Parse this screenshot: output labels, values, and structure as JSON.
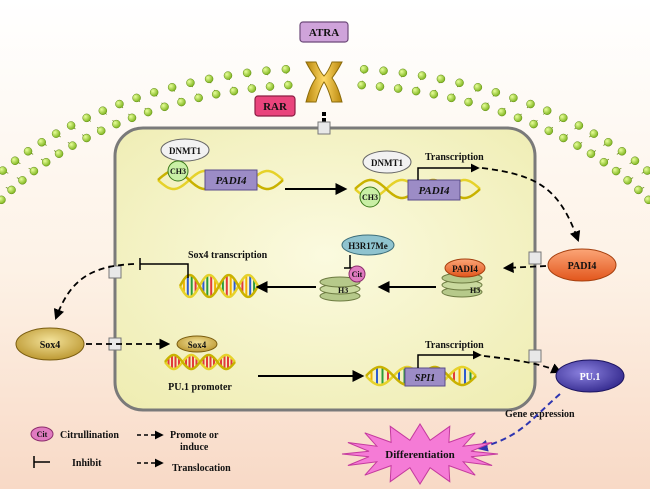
{
  "labels": {
    "atra": "ATRA",
    "rar": "RAR",
    "dnmt1_a": "DNMT1",
    "ch3_a": "CH3",
    "padi4_gene_a": "PADI4",
    "dnmt1_b": "DNMT1",
    "ch3_b": "CH3",
    "padi4_gene_b": "PADI4",
    "transcription_a": "Transcription",
    "padi4_out": "PADI4",
    "h3r17me": "H3R17Me",
    "cit": "Cit",
    "h3_a": "H3",
    "padi4_in": "PADI4",
    "h3_b": "H3",
    "sox4_transcription": "Sox4 transcription",
    "sox4_out": "Sox4",
    "sox4_in": "Sox4",
    "pu1_promoter": "PU.1 promoter",
    "transcription_b": "Transcription",
    "spi1": "SPI1",
    "pu1": "PU.1",
    "gene_expression": "Gene expression",
    "differentiation": "Differentiation"
  },
  "legend": {
    "cit_symbol": "Cit",
    "citrullination": "Citrullination",
    "promote": "Promote or",
    "promote2": "induce",
    "inhibit": "Inhibit",
    "translocation": "Translocation"
  },
  "colors": {
    "membrane_bead": "#9ACD1E",
    "cell_fill": "#F6F4C4",
    "atra": "#CFA3DA",
    "rar": "#E9447C",
    "padi4_box": "#9C8CC6",
    "padi4_protein": "#F07A3C",
    "sox4_protein": "#C8A540",
    "pu1_protein": "#4B3FA8",
    "cit": "#E07BC0",
    "h3r17me": "#8FC3CF",
    "differentiation": "#F57BD6"
  }
}
